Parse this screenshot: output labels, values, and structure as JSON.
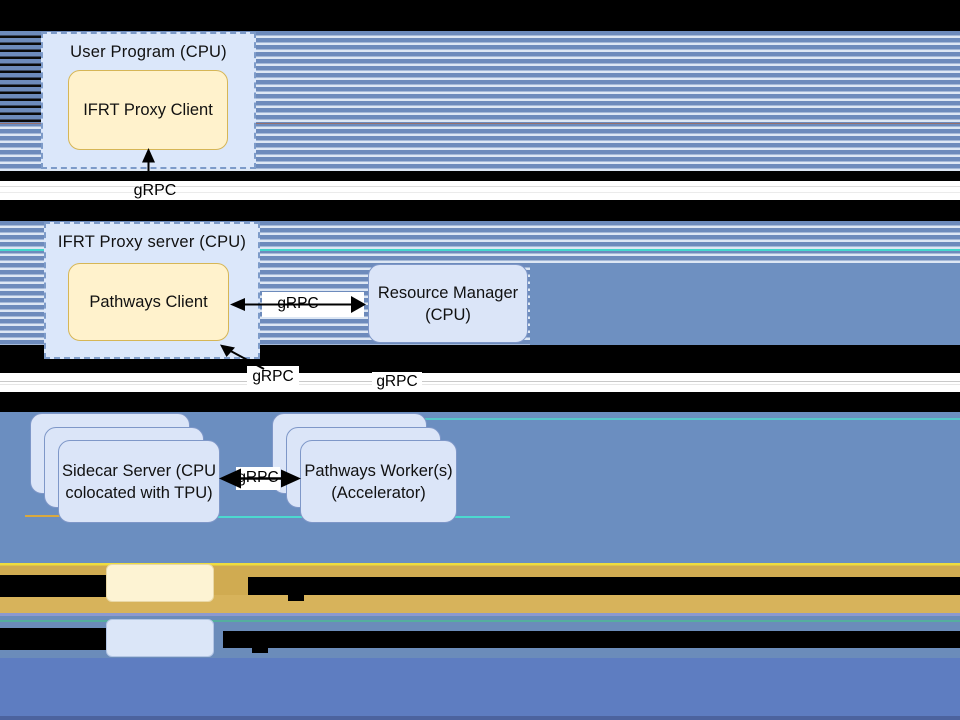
{
  "diagram": {
    "nodes": {
      "user_program": {
        "title": "User Program (CPU)"
      },
      "ifrt_proxy_client": {
        "label": "IFRT Proxy Client"
      },
      "ifrt_proxy_server": {
        "title": "IFRT Proxy server (CPU)"
      },
      "pathways_client": {
        "label": "Pathways Client"
      },
      "resource_manager": {
        "label_line1": "Resource Manager",
        "label_line2": "(CPU)"
      },
      "sidecar_server": {
        "label_line1": "Sidecar Server (CPU",
        "label_line2": "colocated with TPU)"
      },
      "pathways_workers": {
        "label_line1": "Pathways Worker(s)",
        "label_line2": "(Accelerator)"
      }
    },
    "edge_labels": {
      "client_to_proxy": "gRPC",
      "client_to_resource_manager": "gRPC",
      "pathways_client_down": "gRPC",
      "resource_manager_down": "gRPC",
      "sidecar_to_workers": "gRPC"
    },
    "legend": {
      "swatches": [
        "yellow",
        "blue"
      ]
    },
    "colors": {
      "stripe_blue": "#6d8bbc",
      "stripe_light": "#dde7f4",
      "solid_blue_mid": "#6e90c1",
      "solid_blue_lower": "#6b8ec0",
      "solid_blue_bottom": "#5e7dc1",
      "gold_band": "#d0ab51",
      "node_yellow_fill": "#fff2cc",
      "node_yellow_border": "#d6b656",
      "node_blue_fill": "#dbe5f8",
      "node_blue_border": "#7e97c8",
      "container_fill": "#dbe7fa",
      "container_border": "#7d9bc9",
      "glitch_cyan": "#43d6cc",
      "glitch_teal": "#55ae9e",
      "glitch_purple": "#8d99cf",
      "glitch_yellow_line": "#eedc3e"
    }
  }
}
